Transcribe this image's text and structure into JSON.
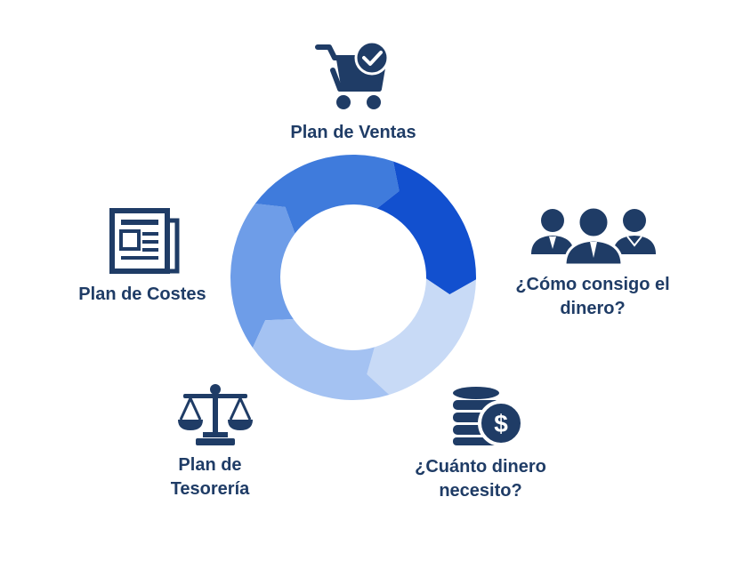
{
  "colors": {
    "icon": "#1f3c66",
    "text": "#1f3c66",
    "ring": [
      "#6e9de8",
      "#3f7bdc",
      "#1250cf",
      "#c8daf6",
      "#a4c2f2"
    ]
  },
  "nodes": [
    {
      "id": "ventas",
      "icon": "shopping-cart-check-icon",
      "label_lines": [
        "Plan de Ventas"
      ]
    },
    {
      "id": "dinero",
      "icon": "people-group-icon",
      "label_lines": [
        "¿Cómo consigo el",
        "dinero?"
      ]
    },
    {
      "id": "cuanto",
      "icon": "coin-stack-dollar-icon",
      "label_lines": [
        "¿Cuánto dinero",
        "necesito?"
      ]
    },
    {
      "id": "tesoreria",
      "icon": "balance-scale-icon",
      "label_lines": [
        "Plan de",
        "Tesorería"
      ]
    },
    {
      "id": "costes",
      "icon": "newspaper-icon",
      "label_lines": [
        "Plan de Costes"
      ]
    }
  ]
}
